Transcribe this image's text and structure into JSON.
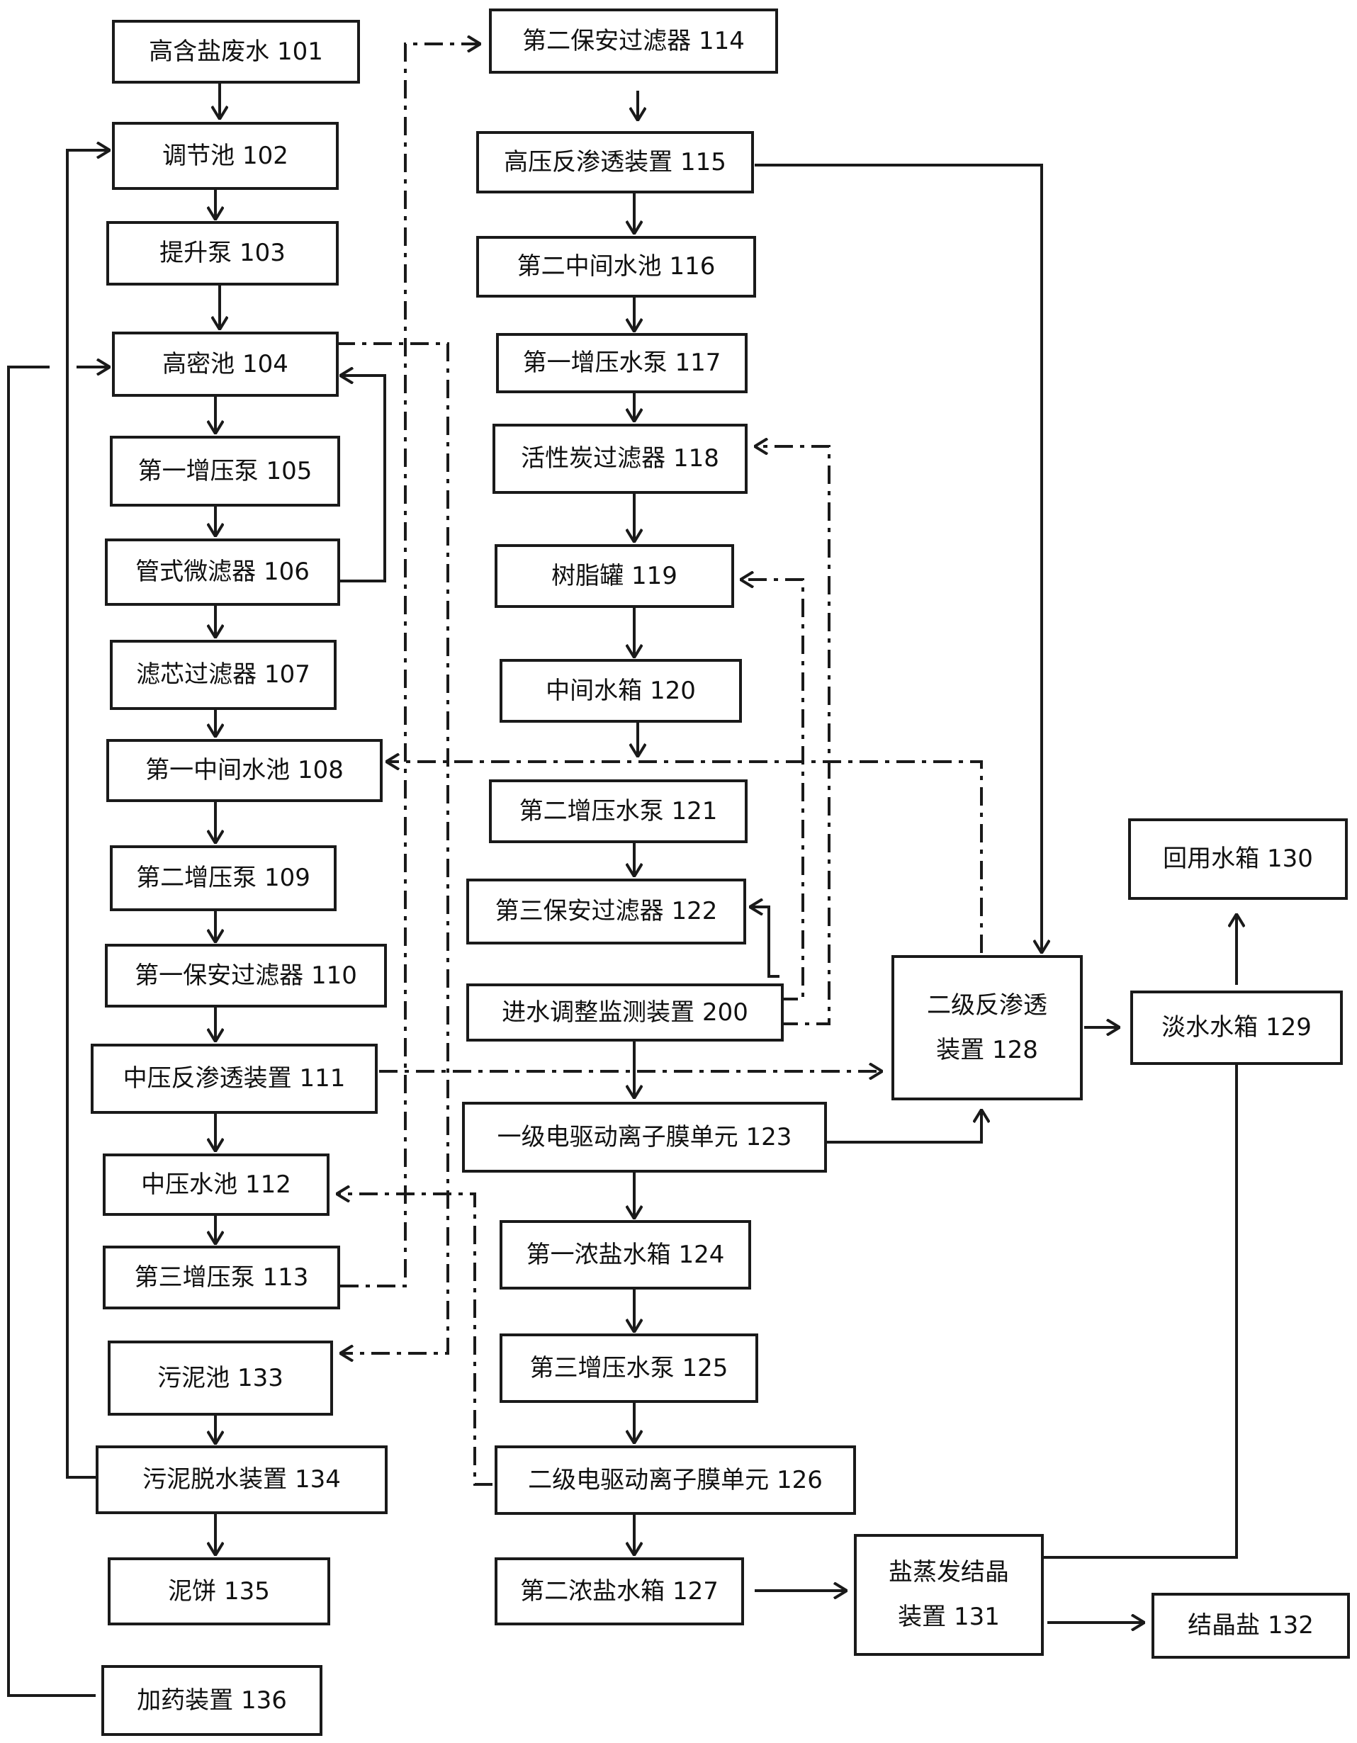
{
  "diagram": {
    "nodes": {
      "n101": "高含盐废水 101",
      "n102": "调节池 102",
      "n103": "提升泵 103",
      "n104": "高密池 104",
      "n105": "第一增压泵 105",
      "n106": "管式微滤器 106",
      "n107": "滤芯过滤器 107",
      "n108": "第一中间水池 108",
      "n109": "第二增压泵 109",
      "n110": "第一保安过滤器 110",
      "n111": "中压反渗透装置 111",
      "n112": "中压水池 112",
      "n113": "第三增压泵 113",
      "n133": "污泥池 133",
      "n134": "污泥脱水装置 134",
      "n135": "泥饼 135",
      "n136": "加药装置 136",
      "n114": "第二保安过滤器 114",
      "n115": "高压反渗透装置 115",
      "n116": "第二中间水池 116",
      "n117": "第一增压水泵 117",
      "n118": "活性炭过滤器 118",
      "n119": "树脂罐 119",
      "n120": "中间水箱 120",
      "n121": "第二增压水泵 121",
      "n122": "第三保安过滤器 122",
      "n200": "进水调整监测装置 200",
      "n123": "一级电驱动离子膜单元 123",
      "n124": "第一浓盐水箱 124",
      "n125": "第三增压水泵 125",
      "n126": "二级电驱动离子膜单元 126",
      "n127": "第二浓盐水箱 127",
      "n128_l1": "二级反渗透",
      "n128_l2": "装置 128",
      "n129": "淡水水箱 129",
      "n130": "回用水箱 130",
      "n131_l1": "盐蒸发结晶",
      "n131_l2": "装置 131",
      "n132": "结晶盐 132"
    },
    "colors": {
      "line": "#1a1a1a",
      "background": "#ffffff"
    }
  }
}
